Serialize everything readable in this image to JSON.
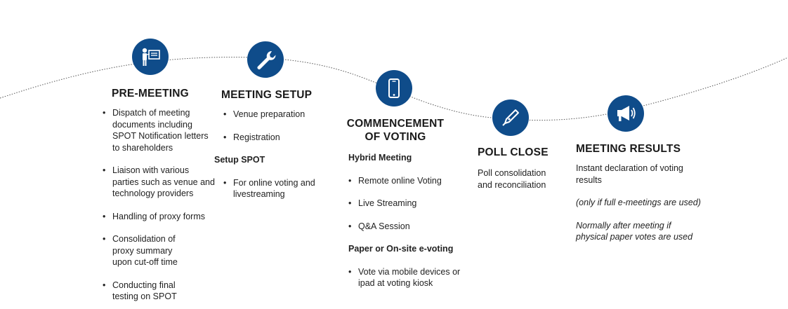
{
  "colors": {
    "accent": "#0f4c8a",
    "curve": "#555555"
  },
  "stages": [
    {
      "icon": "presentation-icon",
      "title": "PRE-MEETING",
      "bullets": [
        "Dispatch of meeting documents including SPOT Notification letters to shareholders",
        "Liaison with various parties such as venue and technology providers",
        "Handling of proxy forms",
        "Consolidation of proxy summary upon cut-off time",
        "Conducting final testing on SPOT"
      ]
    },
    {
      "icon": "wrench-icon",
      "title": "MEETING SETUP",
      "bullets": [
        "Venue preparation",
        "Registration"
      ],
      "subheading": "Setup SPOT",
      "sub_bullets": [
        "For online voting and livestreaming"
      ]
    },
    {
      "icon": "smartphone-icon",
      "title": "COMMENCEMENT OF VOTING",
      "subheading_1": "Hybrid Meeting",
      "bullets_1": [
        "Remote online Voting",
        "Live Streaming",
        "Q&A Session"
      ],
      "subheading_2": "Paper or On-site e-voting",
      "bullets_2": [
        "Vote via mobile devices or ipad at voting kiosk"
      ]
    },
    {
      "icon": "pen-nib-icon",
      "title": "POLL CLOSE",
      "text": "Poll consolidation and reconciliation"
    },
    {
      "icon": "megaphone-icon",
      "title": "MEETING RESULTS",
      "text": "Instant declaration of voting results",
      "note_1": "(only if full e-meetings are used)",
      "note_2": "Normally after meeting if physical paper votes are used"
    }
  ]
}
